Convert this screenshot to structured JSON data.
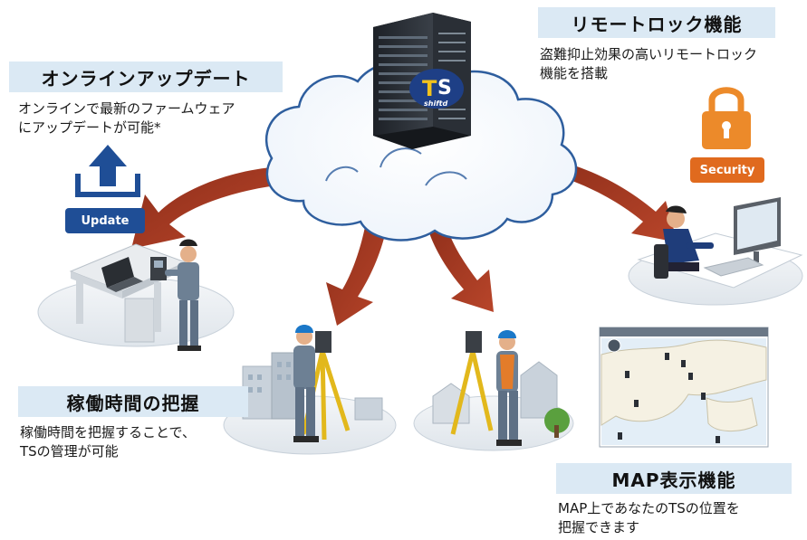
{
  "features": {
    "online_update": {
      "title": "オンラインアップデート",
      "description": "オンラインで最新のファームウェア\nにアップデートが可能*",
      "badge": "Update"
    },
    "remote_lock": {
      "title": "リモートロック機能",
      "description": "盗難抑止効果の高いリモートロック\n機能を搭載",
      "badge": "Security"
    },
    "operating_time": {
      "title": "稼働時間の把握",
      "description": "稼働時間を把握することで、\nTSの管理が可能"
    },
    "map_display": {
      "title": "MAP表示機能",
      "description": "MAP上であなたのTSの位置を\n把握できます"
    }
  },
  "server": {
    "logo": "TS shiftd"
  },
  "colors": {
    "banner_bg": "#dbe9f4",
    "arrow": "#a83a22",
    "update_badge": "#1f4e96",
    "security_badge": "#e06a1e",
    "lock": "#ec8a2a",
    "cloud_stroke": "#2e5e9e"
  }
}
